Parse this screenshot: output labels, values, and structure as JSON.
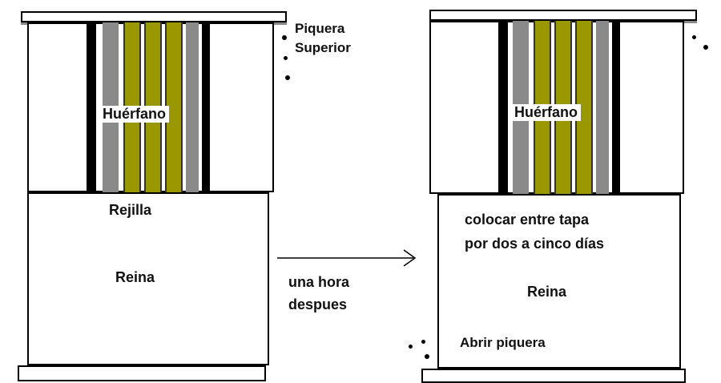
{
  "left_hive": {
    "top_label": "Piquera Superior",
    "upper_label": "Huérfano",
    "separator_label": "Rejilla",
    "lower_label": "Reina"
  },
  "arrow": {
    "label_line1": "una hora",
    "label_line2": "despues"
  },
  "right_hive": {
    "upper_label": "Huérfano",
    "instruction_line1": "colocar entre tapa",
    "instruction_line2": "por dos a cinco días",
    "lower_label": "Reina",
    "bottom_label": "Abrir piquera"
  },
  "colors": {
    "frame_olive": "#9a9800",
    "frame_grey": "#8a8a8a",
    "frame_black": "#000000"
  }
}
